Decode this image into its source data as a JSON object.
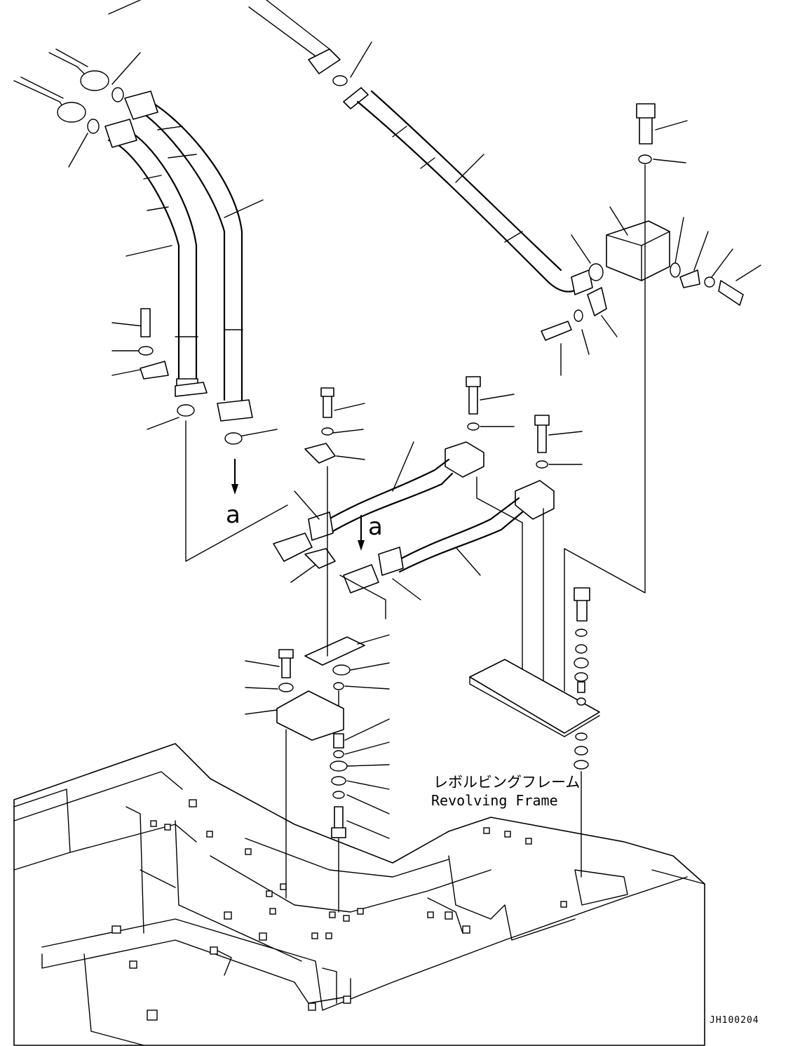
{
  "labels": {
    "frame_jp": "レボルビングフレーム",
    "frame_en": "Revolving Frame",
    "view_a_left": "a",
    "view_a_right": "a",
    "drawing_number": "JH100204"
  },
  "colors": {
    "ink": "#000000",
    "paper": "#ffffff"
  }
}
